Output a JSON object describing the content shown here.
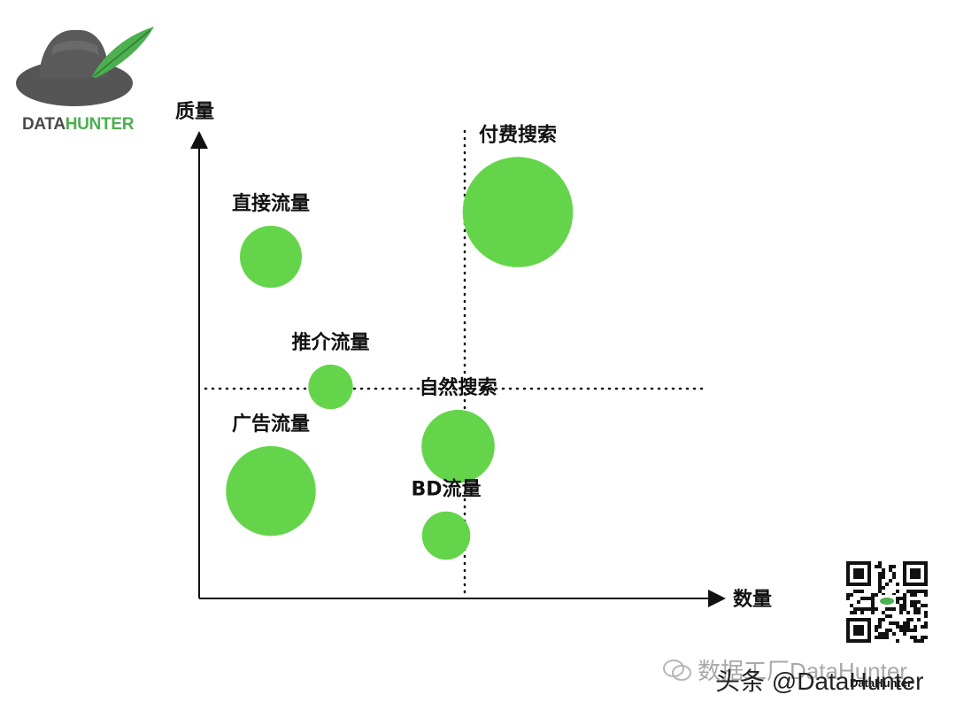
{
  "logo": {
    "text_dark": "DATA",
    "text_green": "HUNTER",
    "icon": "hat-with-feather"
  },
  "axes": {
    "y_label": "质量",
    "x_label": "数量"
  },
  "bubbles": [
    {
      "label": "直接流量",
      "quantity": 1.8,
      "quality": 7.5,
      "size": 1.0
    },
    {
      "label": "推介流量",
      "quantity": 3.3,
      "quality": 4.0,
      "size": 0.72
    },
    {
      "label": "广告流量",
      "quantity": 1.8,
      "quality": 1.2,
      "size": 1.45
    },
    {
      "label": "付费搜索",
      "quantity": 8.0,
      "quality": 8.7,
      "size": 1.78
    },
    {
      "label": "自然搜索",
      "quantity": 6.5,
      "quality": 2.4,
      "size": 1.18
    },
    {
      "label": "BD流量",
      "quantity": 6.2,
      "quality": 0.0,
      "size": 0.78
    }
  ],
  "colors": {
    "bubble": "#64d54a",
    "axis": "#111111",
    "divider": "#111111"
  },
  "footer": {
    "watermark": "数据工厂DataHunter",
    "attribution": "头条 @DataHunter",
    "qr_caption": "DataHunter"
  }
}
